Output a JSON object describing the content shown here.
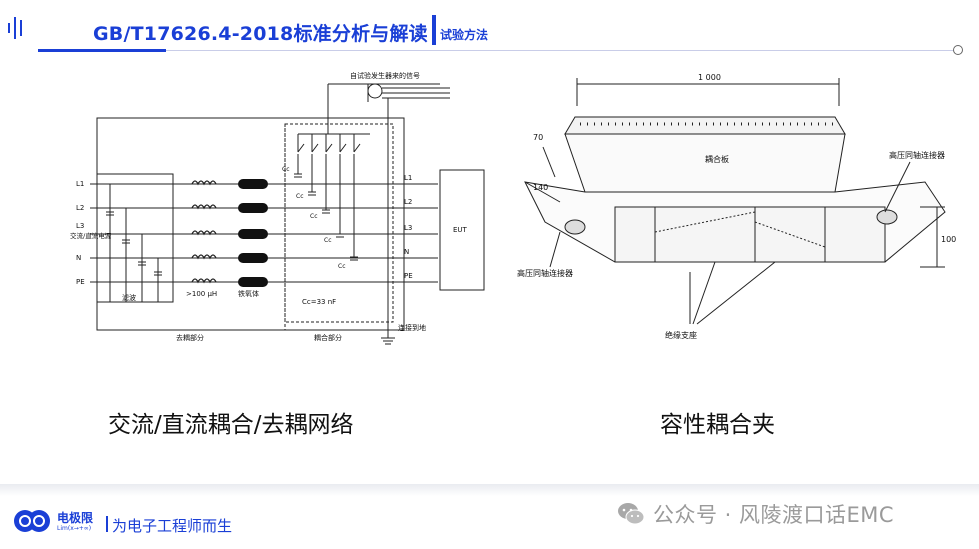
{
  "header": {
    "title": "GB/T17626.4-2018标准分析与解读",
    "subtitle": "试验方法"
  },
  "left_figure": {
    "caption": "交流/直流耦合/去耦网络",
    "signal_label": "自试验发生器来的信号",
    "input_label": "交流/直流电源",
    "lines_in": [
      "L1",
      "L2",
      "L3",
      "N",
      "PE"
    ],
    "lines_out": [
      "L1",
      "L2",
      "L3",
      "N",
      "PE"
    ],
    "cap_labels": [
      "Cc",
      "Cc",
      "Cc",
      "Cc",
      "Cc"
    ],
    "filter_label": "滤波",
    "inductance_label": ">100 μH",
    "ferrite_label": "铁氧体",
    "cap_value_label": "Cc=33 nF",
    "decoupling_label": "去耦部分",
    "coupling_label": "耦合部分",
    "ground_label": "连接到地",
    "eut_label": "EUT"
  },
  "right_figure": {
    "caption": "容性耦合夹",
    "dim_length": "1 000",
    "dim_height_top": "70",
    "dim_width": "140",
    "dim_height_right": "100",
    "plate_label": "耦合板",
    "connector_right_label": "高压同轴连接器",
    "connector_left_label": "高压同轴连接器",
    "support_label": "绝缘支座"
  },
  "footer": {
    "brand": "电极限",
    "brand_sub": "Lim(x→+∞)",
    "tagline": "为电子工程师而生",
    "watermark": "公众号 · 风陵渡口话EMC"
  },
  "colors": {
    "accent": "#1a3fd6",
    "watermark": "#9a9a9a"
  }
}
